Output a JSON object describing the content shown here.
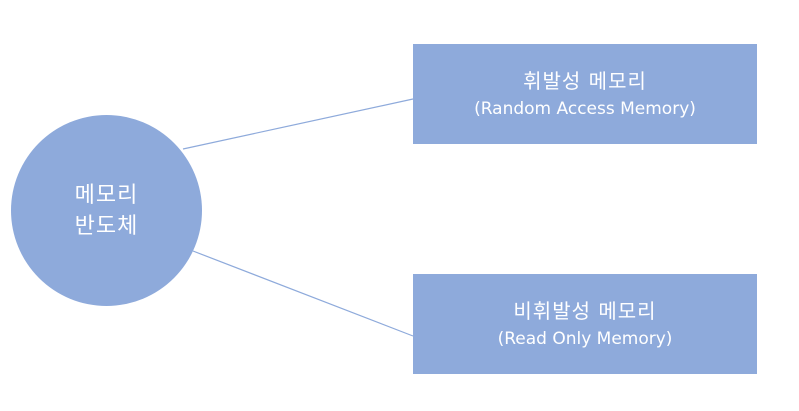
{
  "diagram": {
    "root": {
      "line1": "메모리",
      "line2": "반도체"
    },
    "nodes": [
      {
        "title": "휘발성 메모리",
        "subtitle": "(Random Access Memory)"
      },
      {
        "title": "비휘발성 메모리",
        "subtitle": "(Read Only Memory)"
      }
    ],
    "colors": {
      "fill": "#8eaadb",
      "text": "#ffffff",
      "connector": "#8eaadb"
    }
  }
}
